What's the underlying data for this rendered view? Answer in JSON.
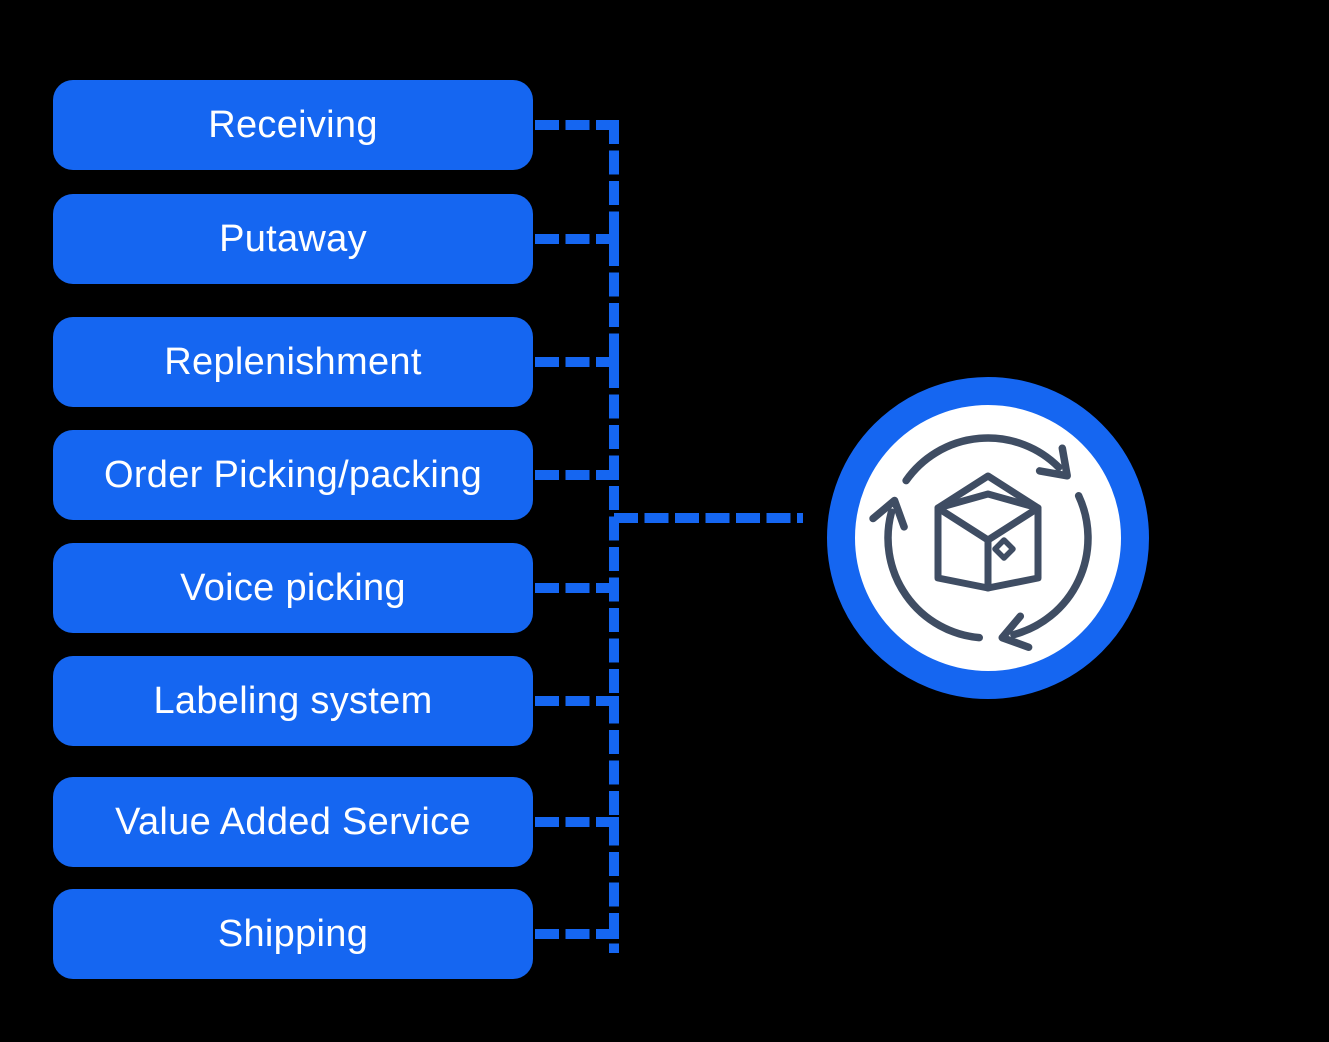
{
  "colors": {
    "background": "#000000",
    "accent_blue": "#1566F1",
    "box_text": "#FFFFFF",
    "hub_fill": "#FFFFFF",
    "hub_icon_stroke": "#3F4D63"
  },
  "process_flow": {
    "steps": [
      {
        "label": "Receiving"
      },
      {
        "label": "Putaway"
      },
      {
        "label": "Replenishment"
      },
      {
        "label": "Order Picking/packing"
      },
      {
        "label": "Voice picking"
      },
      {
        "label": "Labeling system"
      },
      {
        "label": "Value Added Service"
      },
      {
        "label": "Shipping"
      }
    ]
  },
  "hub": {
    "icon": "package-cycle-icon"
  }
}
